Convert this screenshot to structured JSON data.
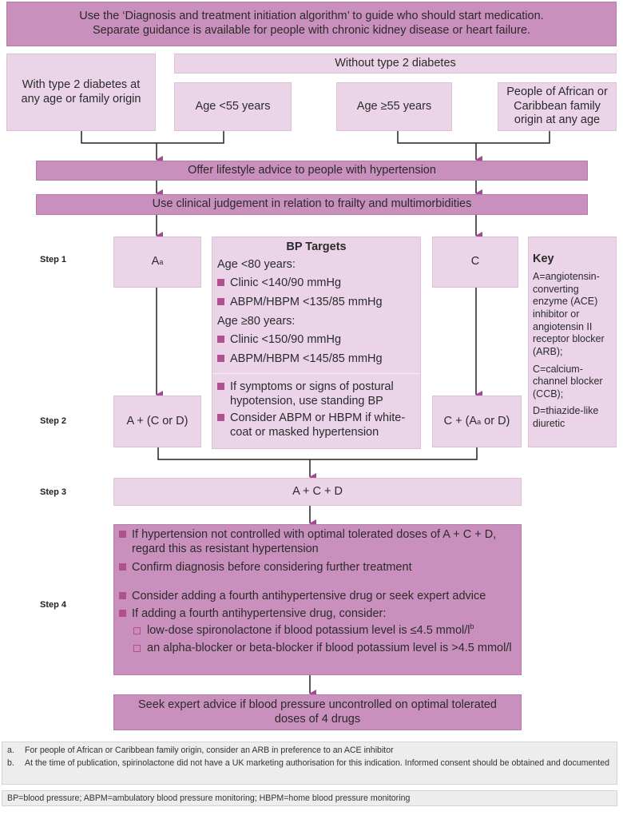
{
  "header": {
    "line1": "Use the ‘Diagnosis and treatment initiation algorithm’ to guide who should start medication.",
    "line2": "Separate guidance is available for people with chronic kidney disease or heart failure."
  },
  "groups": {
    "with_t2d": "With type 2 diabetes at any age or family origin",
    "without_t2d": "Without type 2 diabetes",
    "age_under_55": "Age <55 years",
    "age_55_plus": "Age ≥55 years",
    "african_caribbean": "People of African or Caribbean family origin at any age"
  },
  "bars": {
    "lifestyle": "Offer lifestyle advice to people with hypertension",
    "judgement": "Use clinical judgement in relation to frailty and multimorbidities"
  },
  "steps": {
    "step1": "Step 1",
    "step2": "Step 2",
    "step3": "Step 3",
    "step4": "Step 4"
  },
  "step1": {
    "a": "A",
    "a_sup": "a",
    "c": "C"
  },
  "step2": {
    "a_prefix": "A + (C or D)",
    "c_prefix": "C + (A",
    "c_sup": "a",
    "c_suffix": " or D)"
  },
  "step3": {
    "label": "A + C + D"
  },
  "bp_targets": {
    "title": "BP Targets",
    "under80": "Age <80 years:",
    "under80_items": [
      "Clinic <140/90 mmHg",
      "ABPM/HBPM <135/85 mmHg"
    ],
    "over80": "Age ≥80 years:",
    "over80_items": [
      "Clinic <150/90 mmHg",
      "ABPM/HBPM <145/85 mmHg"
    ],
    "notes": [
      "If symptoms or signs of postural hypotension, use standing BP",
      "Consider ABPM or HBPM if white-coat or masked hypertension"
    ]
  },
  "key": {
    "title": "Key",
    "a": "A=angiotensin-converting enzyme (ACE) inhibitor or angiotensin II receptor blocker (ARB);",
    "c": "C=calcium-channel blocker (CCB);",
    "d": "D=thiazide-like diuretic"
  },
  "step4": {
    "items": [
      "If hypertension not controlled with optimal tolerated doses of A + C + D, regard this as resistant hypertension",
      "Confirm diagnosis before considering further treatment",
      "Consider adding a fourth antihypertensive drug or seek expert advice",
      "If adding a fourth antihypertensive drug, consider:"
    ],
    "sub1": "low-dose spironolactone if blood potassium level is ≤4.5 mmol/l",
    "sub1_sup": "b",
    "sub2": "an alpha-blocker or beta-blocker if blood potassium level is >4.5 mmol/l"
  },
  "expert": "Seek expert advice if blood pressure uncontrolled on optimal tolerated doses of 4 drugs",
  "footnotes": {
    "a_label": "a.",
    "a_text": "For people of African or Caribbean family origin, consider an ARB in preference to an ACE inhibitor",
    "b_label": "b.",
    "b_text": "At the time of publication, spirinolactone did not have a UK marketing authorisation for this indication. Informed consent should be obtained and documented",
    "abbrev": "BP=blood pressure; ABPM=ambulatory blood pressure monitoring; HBPM=home blood pressure monitoring"
  },
  "colors": {
    "dark_box": "#c98fbd",
    "light_box": "#ebd4e8",
    "bullet": "#b0508f",
    "connector": "#222222",
    "arrow": "#a24c91",
    "footnote_bg": "#ededed"
  }
}
